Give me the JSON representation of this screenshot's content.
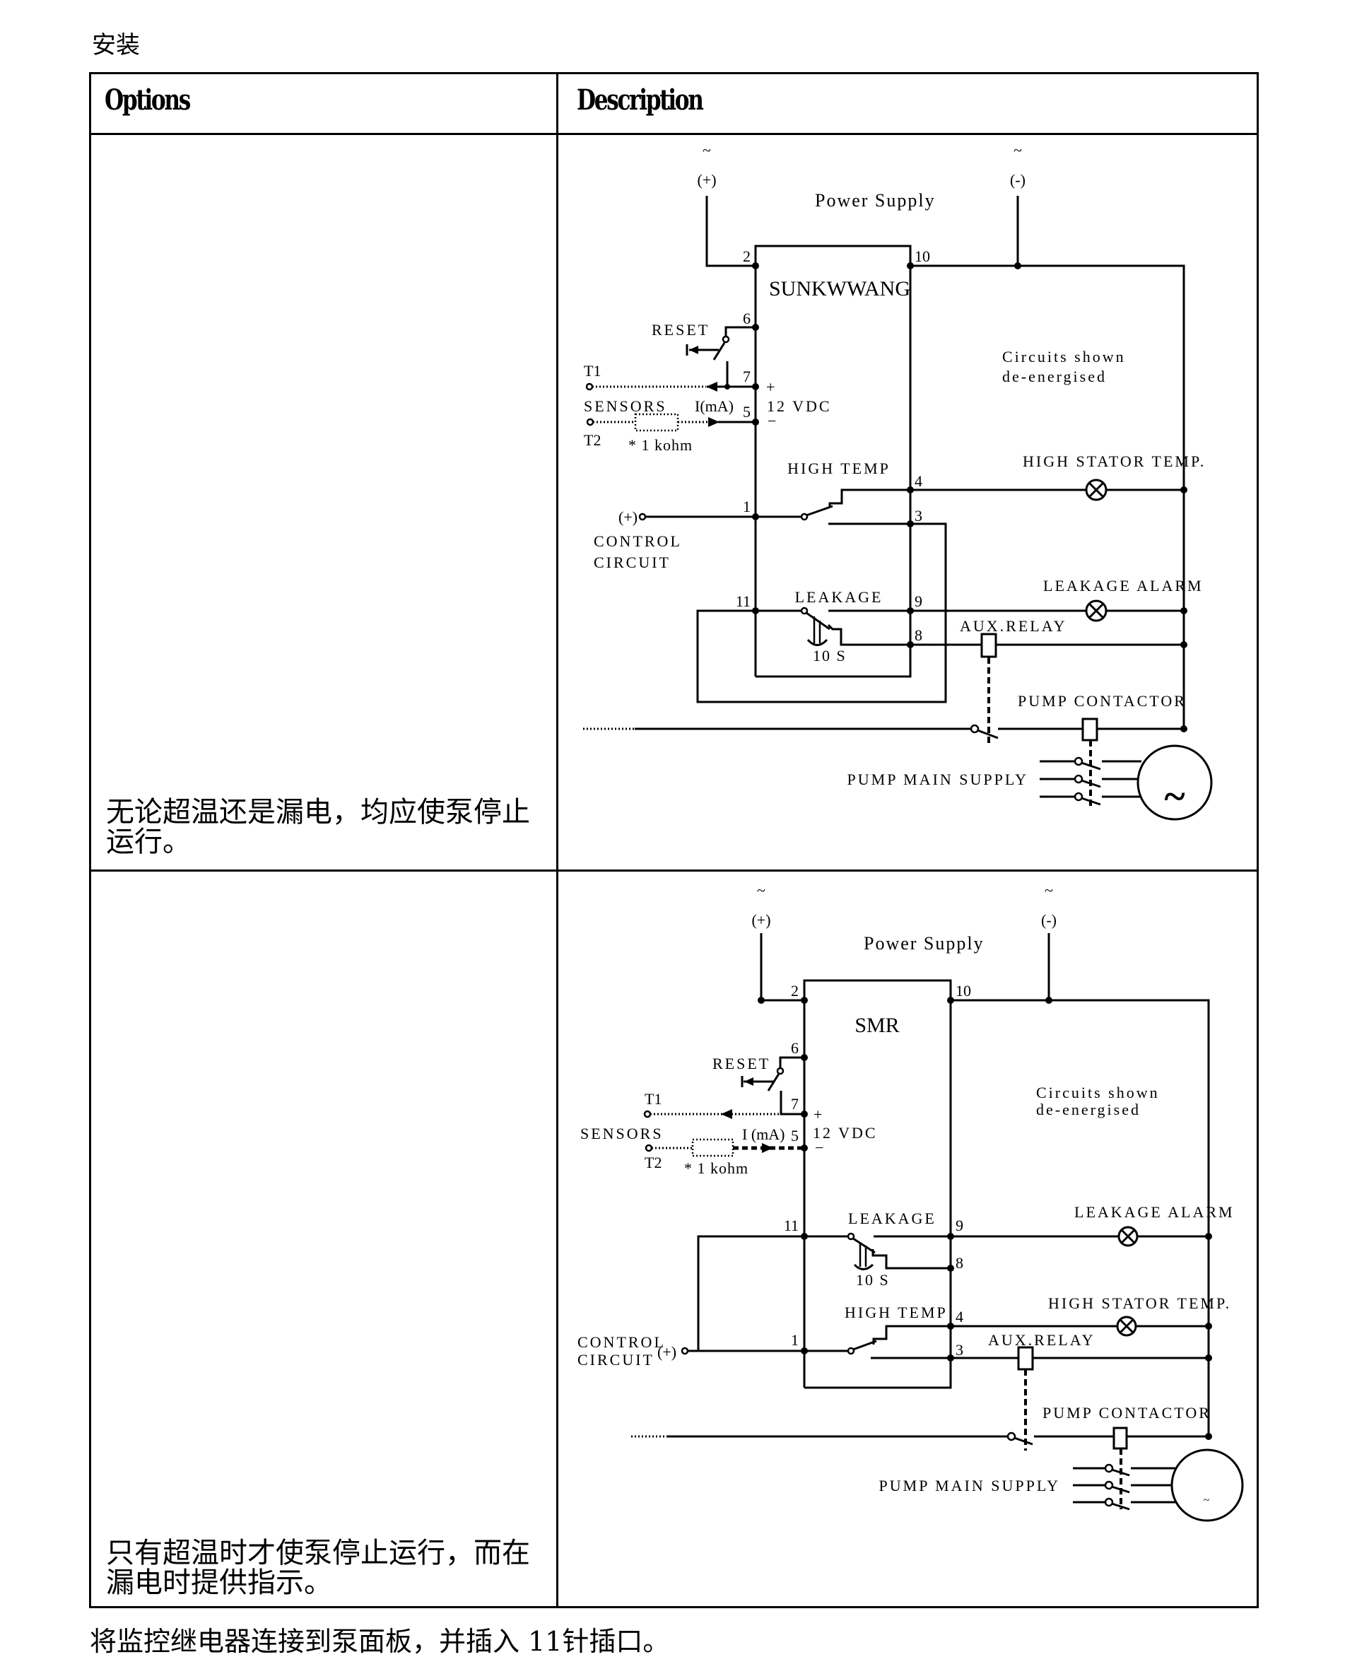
{
  "page": {
    "title": "安装",
    "footer": "将监控继电器连接到泵面板，并插入 11针插口。"
  },
  "table": {
    "headers": {
      "options": "Options",
      "description": "Description"
    },
    "rows": [
      {
        "option_text": "无论超温还是漏电，均应使泵停止运行。",
        "option_lines": [
          "无论超温还是漏电，均应使泵停止",
          "运行。"
        ],
        "diagram": {
          "relay_name": "SUNKWWANG",
          "power_supply": "Power Supply",
          "ac_symbol": "~",
          "plus": "(+)",
          "minus": "(-)",
          "note_line1": "Circuits shown",
          "note_line2": "de-energised",
          "reset": "RESET",
          "t1": "T1",
          "t2": "T2",
          "sensors": "SENSORS",
          "current": "I(mA)",
          "vdc": "12 VDC",
          "vdc_plus": "+",
          "vdc_minus": "−",
          "resistor": "* 1 kohm",
          "high_temp": "HIGH TEMP",
          "high_stator_temp": "HIGH STATOR TEMP.",
          "control_plus": "(+)",
          "control_line1": "CONTROL",
          "control_line2": "CIRCUIT",
          "leakage": "LEAKAGE",
          "leakage_alarm": "LEAKAGE ALARM",
          "aux_relay": "AUX.RELAY",
          "delay": "10 S",
          "pump_contactor": "PUMP CONTACTOR",
          "pump_main_supply": "PUMP MAIN SUPPLY",
          "motor_symbol": "~",
          "terminals": {
            "t2": "2",
            "t10": "10",
            "t6": "6",
            "t7": "7",
            "t5": "5",
            "t1": "1",
            "t4": "4",
            "t3": "3",
            "t11": "11",
            "t9": "9",
            "t8": "8"
          }
        }
      },
      {
        "option_text": "只有超温时才使泵停止运行，而在漏电时提供指示。",
        "option_lines": [
          "只有超温时才使泵停止运行，而在",
          "漏电时提供指示。"
        ],
        "diagram": {
          "relay_name": "SMR",
          "power_supply": "Power Supply",
          "ac_symbol": "~",
          "plus": "(+)",
          "minus": "(-)",
          "note_line1": "Circuits shown",
          "note_line2": "de-energised",
          "reset": "RESET",
          "t1": "T1",
          "t2": "T2",
          "sensors": "SENSORS",
          "current": "I (mA)",
          "vdc": "12 VDC",
          "vdc_plus": "+",
          "vdc_minus": "−",
          "resistor": "* 1 kohm",
          "leakage": "LEAKAGE",
          "leakage_alarm": "LEAKAGE ALARM",
          "delay": "10 S",
          "high_temp": "HIGH TEMP",
          "high_stator_temp": "HIGH STATOR TEMP.",
          "aux_relay": "AUX.RELAY",
          "control_plus": "(+)",
          "control_line1": "CONTROL",
          "control_line2": "CIRCUIT",
          "pump_contactor": "PUMP CONTACTOR",
          "pump_main_supply": "PUMP MAIN SUPPLY",
          "motor_symbol": "~",
          "terminals": {
            "t2": "2",
            "t10": "10",
            "t6": "6",
            "t7": "7",
            "t5": "5",
            "t11": "11",
            "t9": "9",
            "t8": "8",
            "t4": "4",
            "t1": "1",
            "t3": "3"
          }
        }
      }
    ]
  }
}
